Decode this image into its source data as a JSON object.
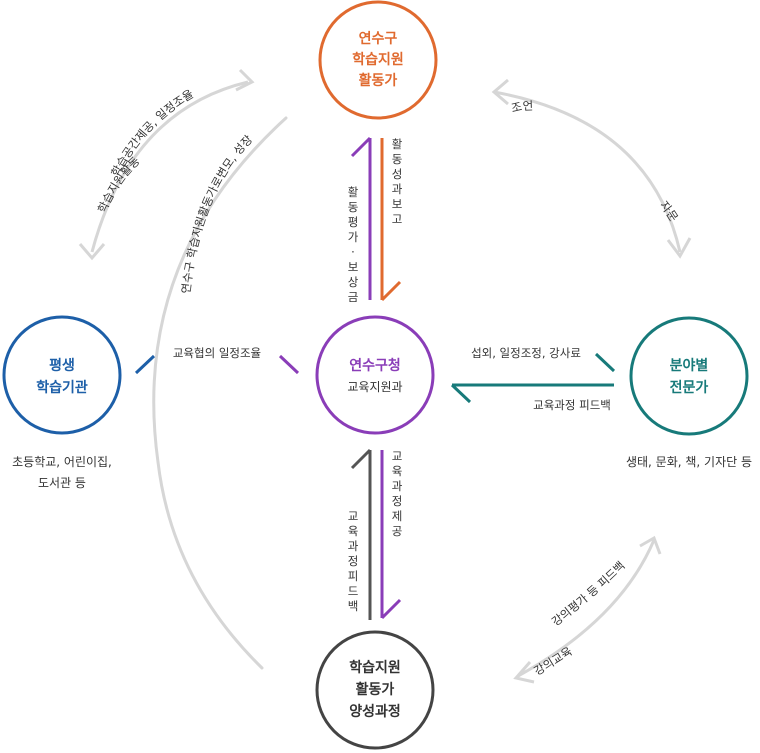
{
  "nodes": {
    "top": {
      "lines": [
        "연수구",
        "학습지원",
        "활동가"
      ],
      "color": "#e06a2f"
    },
    "center": {
      "title": "연수구청",
      "subtitle": "교육지원과",
      "color": "#8a3db8"
    },
    "left": {
      "lines": [
        "평생",
        "학습기관"
      ],
      "color": "#1d5fa8"
    },
    "right": {
      "lines": [
        "분야별",
        "전문가"
      ],
      "color": "#177a7a"
    },
    "bottom": {
      "lines": [
        "학습지원",
        "활동가",
        "양성과정"
      ],
      "color": "#444444"
    }
  },
  "captions": {
    "left": [
      "초등학교, 어린이집,",
      "도서관 등"
    ],
    "right": "생태, 문화, 책, 기자단 등"
  },
  "edge_labels": {
    "center_to_left": "교육협의 일정조율",
    "center_to_right": "섭외, 일정조정, 강사료",
    "right_to_center": "교육과정 피드백",
    "top_to_center": "활동성과보고",
    "center_to_top": "활동평가·보상금",
    "center_to_bottom": "교육과정제공",
    "bottom_to_center": "교육과정피드백",
    "arc_topleft_outer": "학습공간제공, 일정조율",
    "arc_topleft_inner": "학습지원활동",
    "arc_left_big": "연수구 학습지원활동가로변모, 성장",
    "arc_right_outer": "조언",
    "arc_right_inner": "자문",
    "arc_bottomright_outer": "강의평가 등 피드백",
    "arc_bottomright_inner": "강의교육"
  }
}
